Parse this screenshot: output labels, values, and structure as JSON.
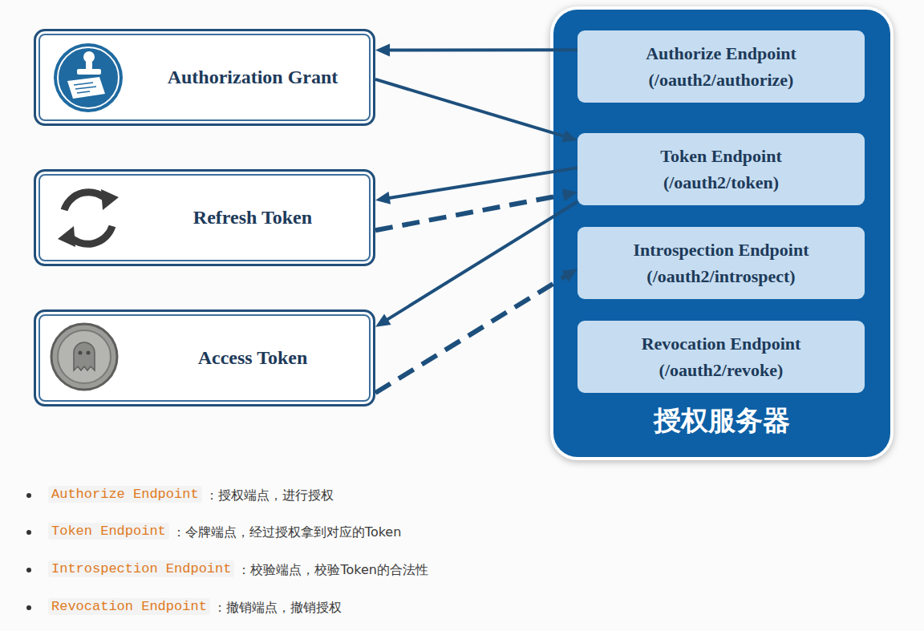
{
  "diagram": {
    "nodes": [
      {
        "text": [
          "Authorization Grant"
        ]
      },
      {
        "text": [
          "Refresh Token"
        ]
      },
      {
        "text": [
          "Access Token"
        ]
      },
      {
        "text": [
          "授权服务器"
        ]
      },
      {
        "text": [
          "Authorize Endpoint (/oauth2/authorize)"
        ],
        "in": 3
      },
      {
        "text": [
          "Token Endpoint (/oauth2/token)"
        ],
        "in": 3
      },
      {
        "text": [
          "Introspection Endpoint (/oauth2/introspect)"
        ],
        "in": 3
      },
      {
        "text": [
          "Revocation Endpoint (/oauth2/revoke)"
        ],
        "in": 3
      }
    ],
    "edges": [
      {
        "from": 4,
        "to": 0,
        "arrow": "to"
      },
      {
        "from": 0,
        "to": 5,
        "arrow": "to"
      },
      {
        "from": 5,
        "to": 1,
        "arrow": "to"
      },
      {
        "from": 1,
        "to": 5,
        "arrow": "to"
      },
      {
        "from": 5,
        "to": 2,
        "arrow": "to"
      },
      {
        "from": 2,
        "to": 6,
        "arrow": "to"
      }
    ],
    "labels": [
      "Authorize Endpoint",
      "：授权端点，进行授权",
      "Token Endpoint",
      "：令牌端点，经过授权拿到对应的Token",
      "Introspection Endpoint",
      "：校验端点，校验Token的合法性",
      "Revocation Endpoint",
      "：撤销端点，撤销授权"
    ]
  }
}
